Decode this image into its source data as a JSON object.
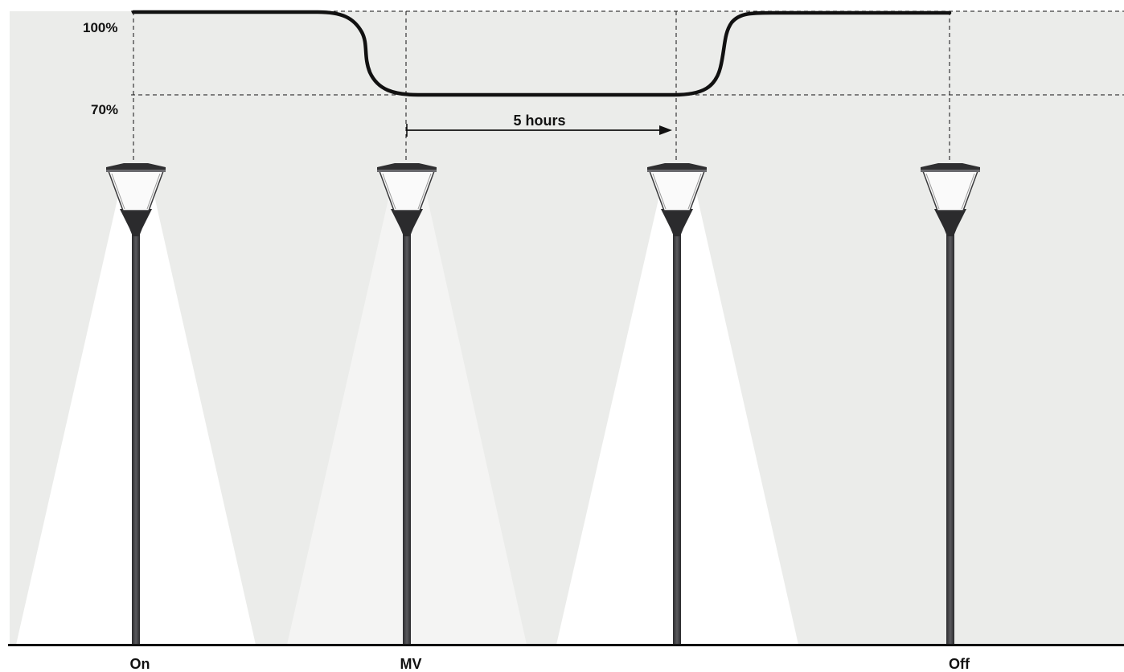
{
  "levels": {
    "high": "100%",
    "low": "70%"
  },
  "duration": {
    "label": "5 hours"
  },
  "stages": {
    "on": "On",
    "mv": "MV",
    "off": "Off"
  },
  "dimming_profile": {
    "points": [
      {
        "position": "On",
        "level_percent": 100
      },
      {
        "position": "MV",
        "level_percent": 70
      },
      {
        "position": "MV + 5 hours",
        "level_percent": 70
      },
      {
        "position": "Off",
        "level_percent": 100
      }
    ]
  },
  "colors": {
    "background": "#ebecea",
    "beam_full": "#ffffff",
    "beam_dimmed": "#f4f4f3",
    "curve": "#111111",
    "pole": "#3a3a3c",
    "luminaire_dark": "#2b2b2d"
  },
  "icons": [
    "street-lamp-icon",
    "arrow-right-icon"
  ]
}
